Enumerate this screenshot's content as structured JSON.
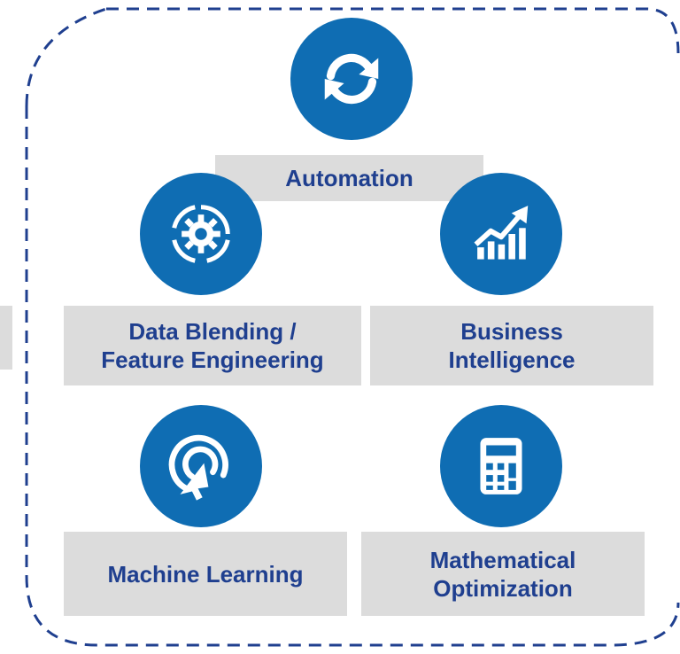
{
  "colors": {
    "circle": "#0f6db3",
    "label_bg": "#dcdcdc",
    "label_text": "#1f3f8f",
    "border": "#1f3f8f"
  },
  "items": [
    {
      "label": "Automation",
      "icon": "sync-arrows-icon"
    },
    {
      "label": "Data Blending /\nFeature Engineering",
      "icon": "gear-icon"
    },
    {
      "label": "Business\nIntelligence",
      "icon": "bar-chart-trend-icon"
    },
    {
      "label": "Machine Learning",
      "icon": "target-cursor-icon"
    },
    {
      "label": "Mathematical\nOptimization",
      "icon": "calculator-icon"
    }
  ]
}
